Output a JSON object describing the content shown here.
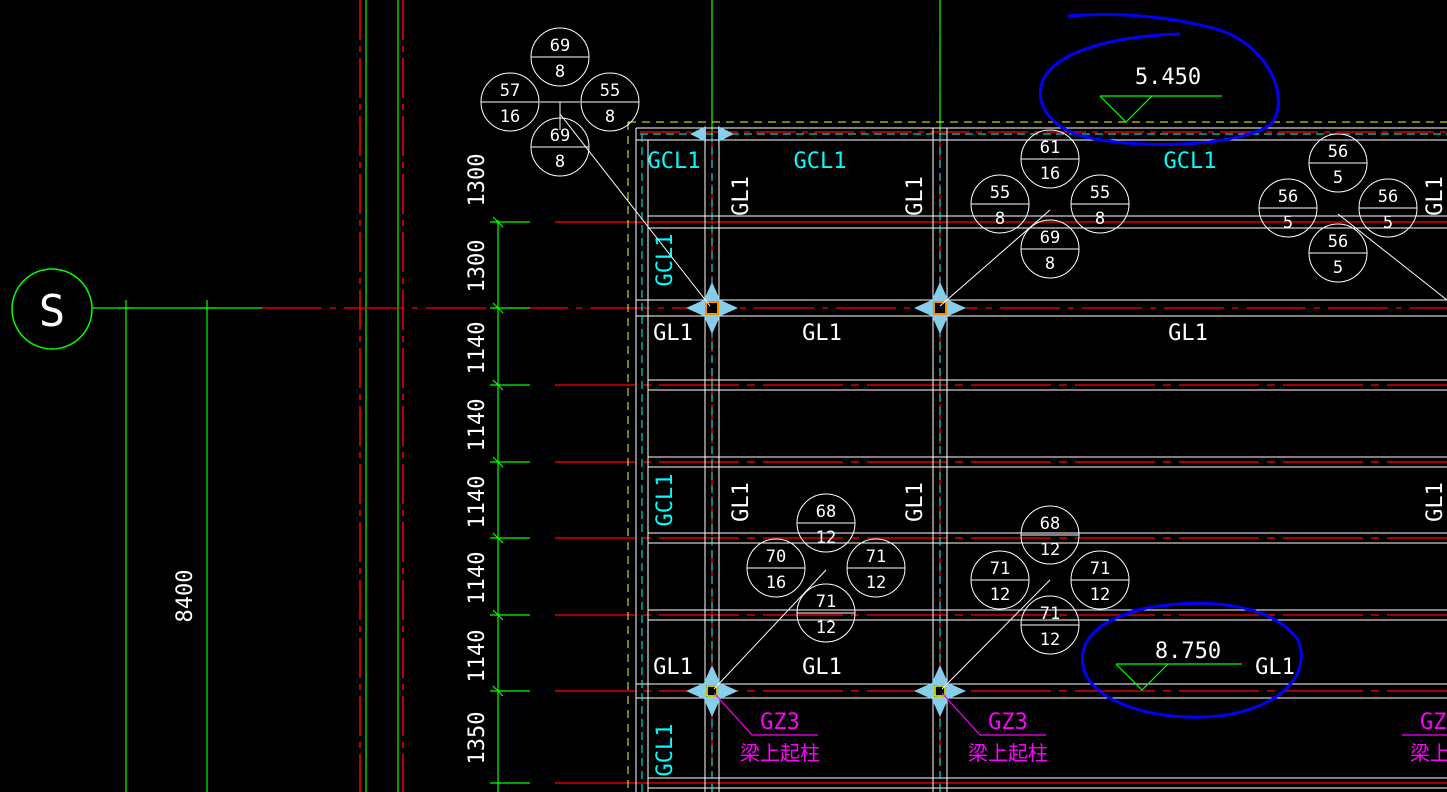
{
  "colors": {
    "background": "#000000",
    "axis_red": "#ff0000",
    "grid_green": "#00ff00",
    "beam_white": "#ffffff",
    "gcl_cyan": "#00ffff",
    "column_magenta": "#ff00ff",
    "elevation_blue_markup": "#0000ff",
    "edge_yellow": "#ffff00",
    "node_lightblue": "#87ceeb"
  },
  "axis": {
    "label": "S"
  },
  "dimensions": {
    "overall": "8400",
    "segments": [
      "1300",
      "1300",
      "1140",
      "1140",
      "1140",
      "1140",
      "1140",
      "1350"
    ]
  },
  "beam_labels": {
    "gcl": "GCL1",
    "gl": "GL1"
  },
  "elevations": [
    "5.450",
    "8.750"
  ],
  "column": {
    "name": "GZ3",
    "note": "梁上起柱"
  },
  "node_badges": [
    {
      "top": [
        "69",
        "8"
      ],
      "left": [
        "57",
        "16"
      ],
      "right": [
        "55",
        "8"
      ],
      "bottom": [
        "69",
        "8"
      ]
    },
    {
      "top": [
        "61",
        "16"
      ],
      "left": [
        "55",
        "8"
      ],
      "right": [
        "55",
        "8"
      ],
      "bottom": [
        "69",
        "8"
      ]
    },
    {
      "top": [
        "56",
        "5"
      ],
      "left": [
        "56",
        "5"
      ],
      "right": [
        "56",
        "5"
      ],
      "bottom": [
        "56",
        "5"
      ]
    },
    {
      "top": [
        "68",
        "12"
      ],
      "left": [
        "70",
        "16"
      ],
      "right": [
        "71",
        "12"
      ],
      "bottom": [
        "71",
        "12"
      ]
    },
    {
      "top": [
        "68",
        "12"
      ],
      "left": [
        "71",
        "12"
      ],
      "right": [
        "71",
        "12"
      ],
      "bottom": [
        "71",
        "12"
      ]
    }
  ]
}
